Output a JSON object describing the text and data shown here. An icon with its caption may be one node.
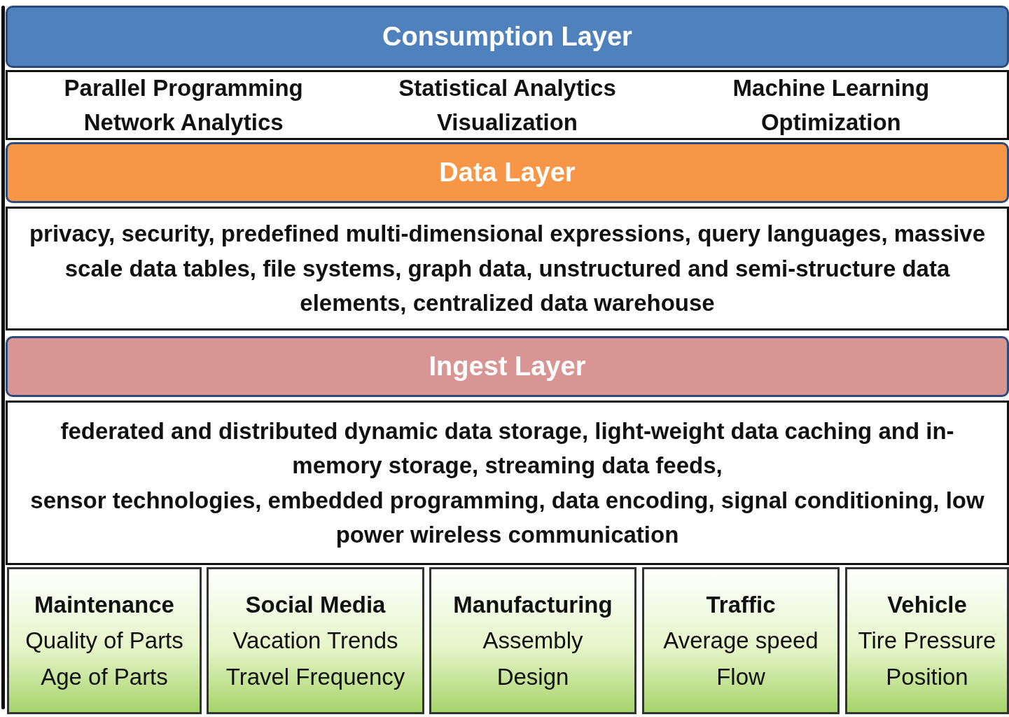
{
  "diagram": {
    "nodes": [
      {
        "text": [
          "Consumption Layer"
        ]
      },
      {
        "text": [
          "Parallel Programming",
          "Statistical Analytics",
          "Machine Learning",
          "Network Analytics",
          "Visualization",
          "Optimization"
        ]
      },
      {
        "text": [
          "Data Layer"
        ]
      },
      {
        "text": [
          "privacy, security, predefined multi-dimensional expressions, query languages, massive scale data tables, file systems, graph data, unstructured and semi-structure data elements, centralized data warehouse"
        ]
      },
      {
        "text": [
          "Ingest Layer"
        ]
      },
      {
        "text": [
          "federated and distributed dynamic data storage, light-weight data caching and in-memory storage, streaming data feeds,",
          "sensor technologies, embedded programming, data encoding, signal conditioning, low power wireless communication"
        ]
      },
      {
        "text": [
          "Maintenance",
          "Quality of Parts",
          "Age of Parts"
        ]
      },
      {
        "text": [
          "Social Media",
          "Vacation Trends",
          "Travel Frequency"
        ]
      },
      {
        "text": [
          "Manufacturing",
          "Assembly",
          "Design"
        ]
      },
      {
        "text": [
          "Traffic",
          "Average speed",
          "Flow"
        ]
      },
      {
        "text": [
          "Vehicle",
          "Tire Pressure",
          "Position"
        ]
      }
    ]
  }
}
